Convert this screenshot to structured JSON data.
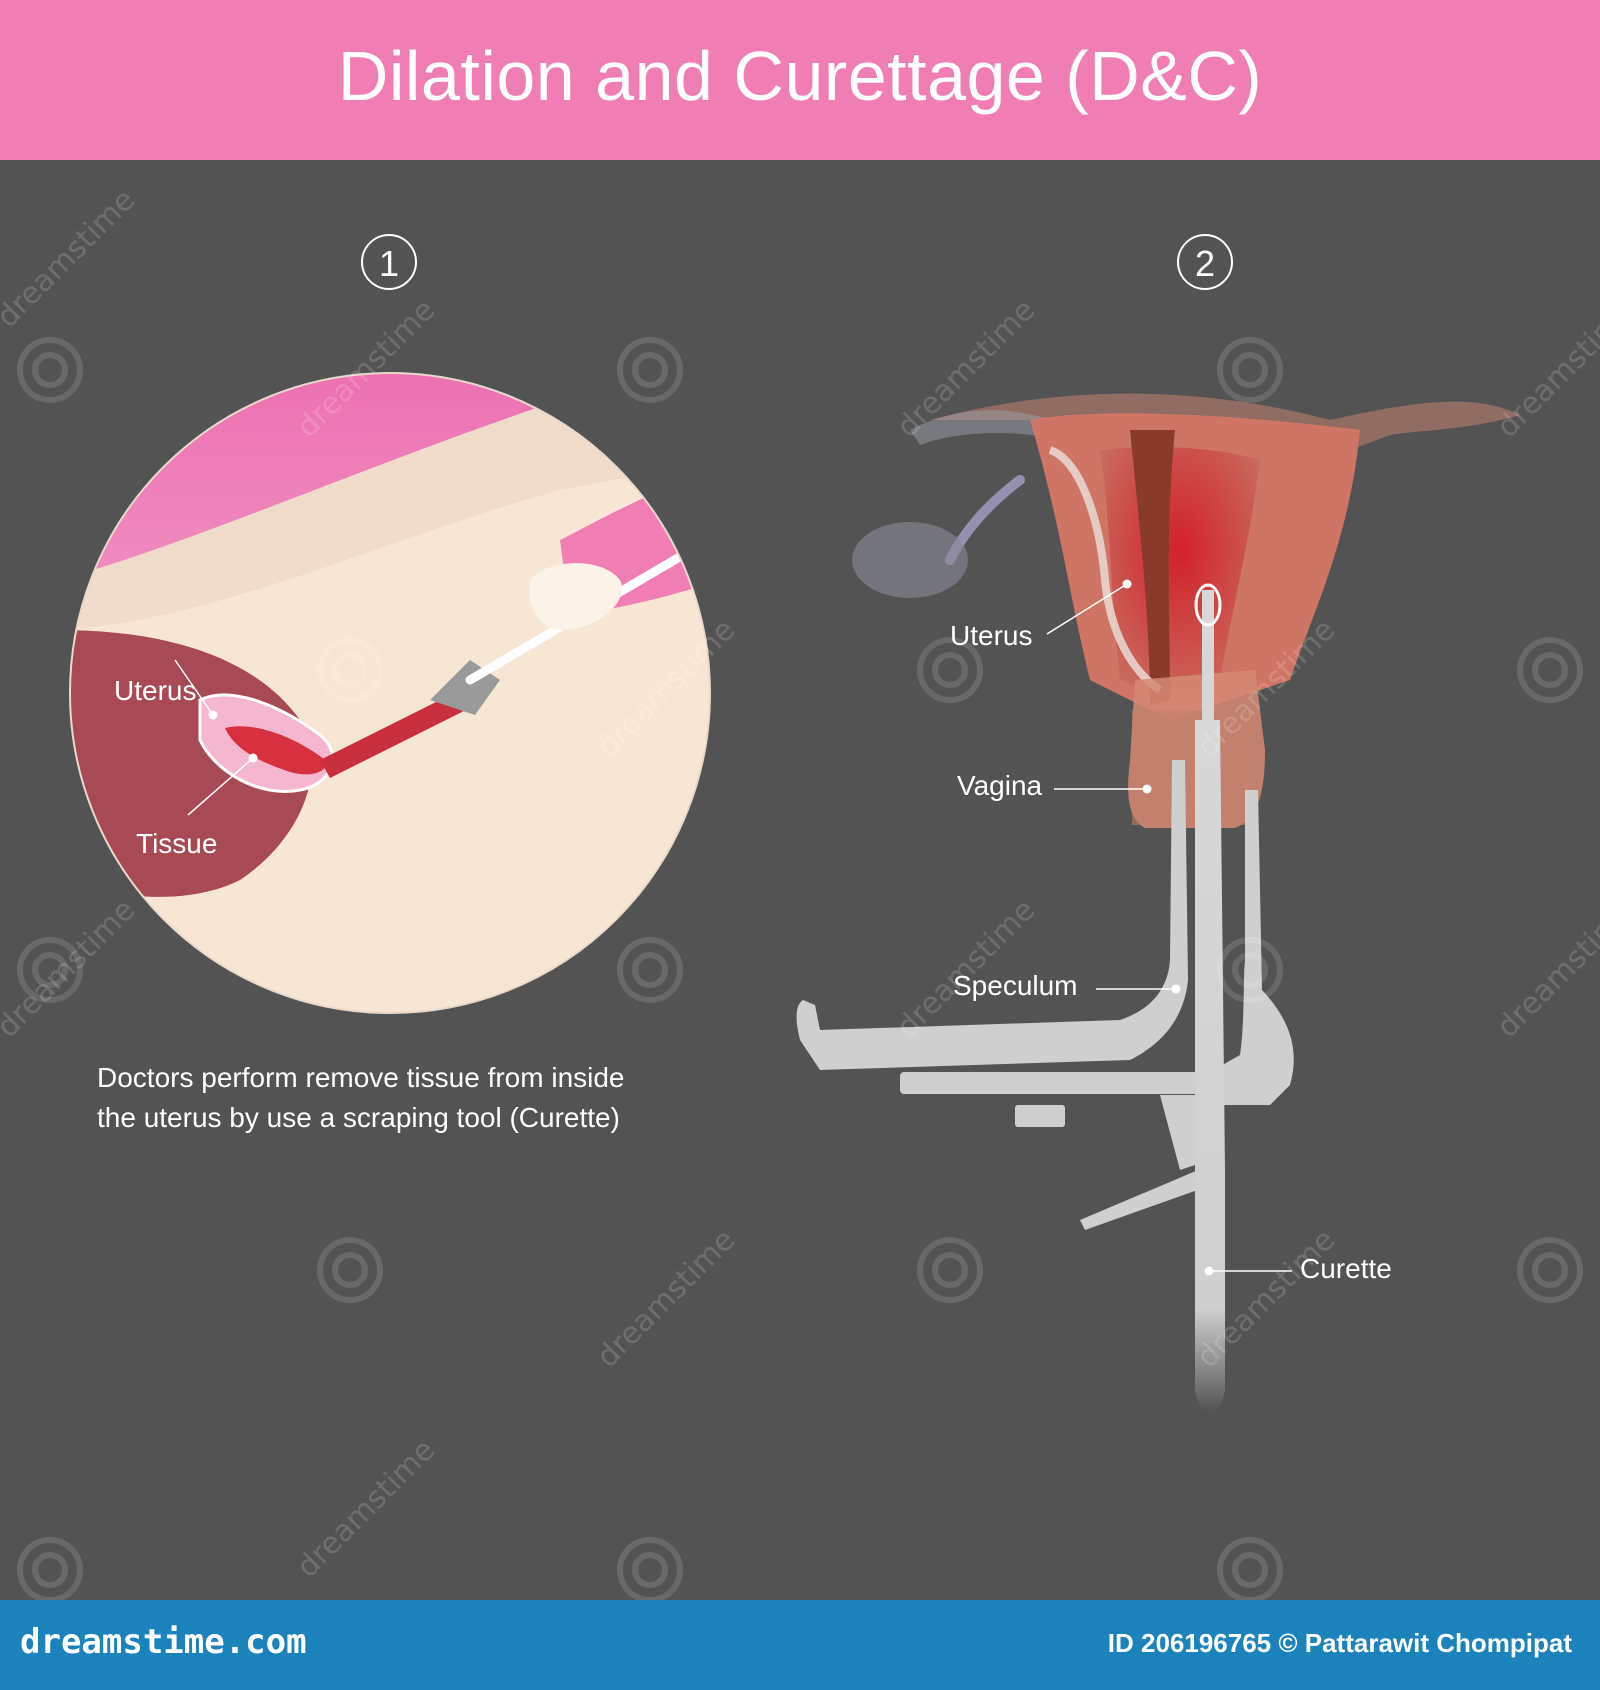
{
  "header": {
    "title": "Dilation and Curettage (D&C)"
  },
  "steps": [
    {
      "number": "1"
    },
    {
      "number": "2"
    }
  ],
  "panel1": {
    "labels": {
      "uterus": "Uterus",
      "tissue": "Tissue"
    },
    "caption": [
      "Doctors perform remove tissue from inside",
      "the uterus by use a scraping tool (Curette)"
    ]
  },
  "panel2": {
    "labels": {
      "uterus": "Uterus",
      "vagina": "Vagina",
      "speculum": "Speculum",
      "curette": "Curette"
    }
  },
  "watermark": {
    "text": "dreamstime"
  },
  "footer": {
    "site": "dreamstime.com",
    "credit": "ID 206196765 © Pattarawit Chompipat"
  },
  "colors": {
    "header_bg": "#f07eb4",
    "background": "#535353",
    "footer_bg": "#1b82bc",
    "uterus_red": "#c8303a",
    "instrument_gray": "#cfcfcf",
    "skin": "#f7e3d0"
  }
}
